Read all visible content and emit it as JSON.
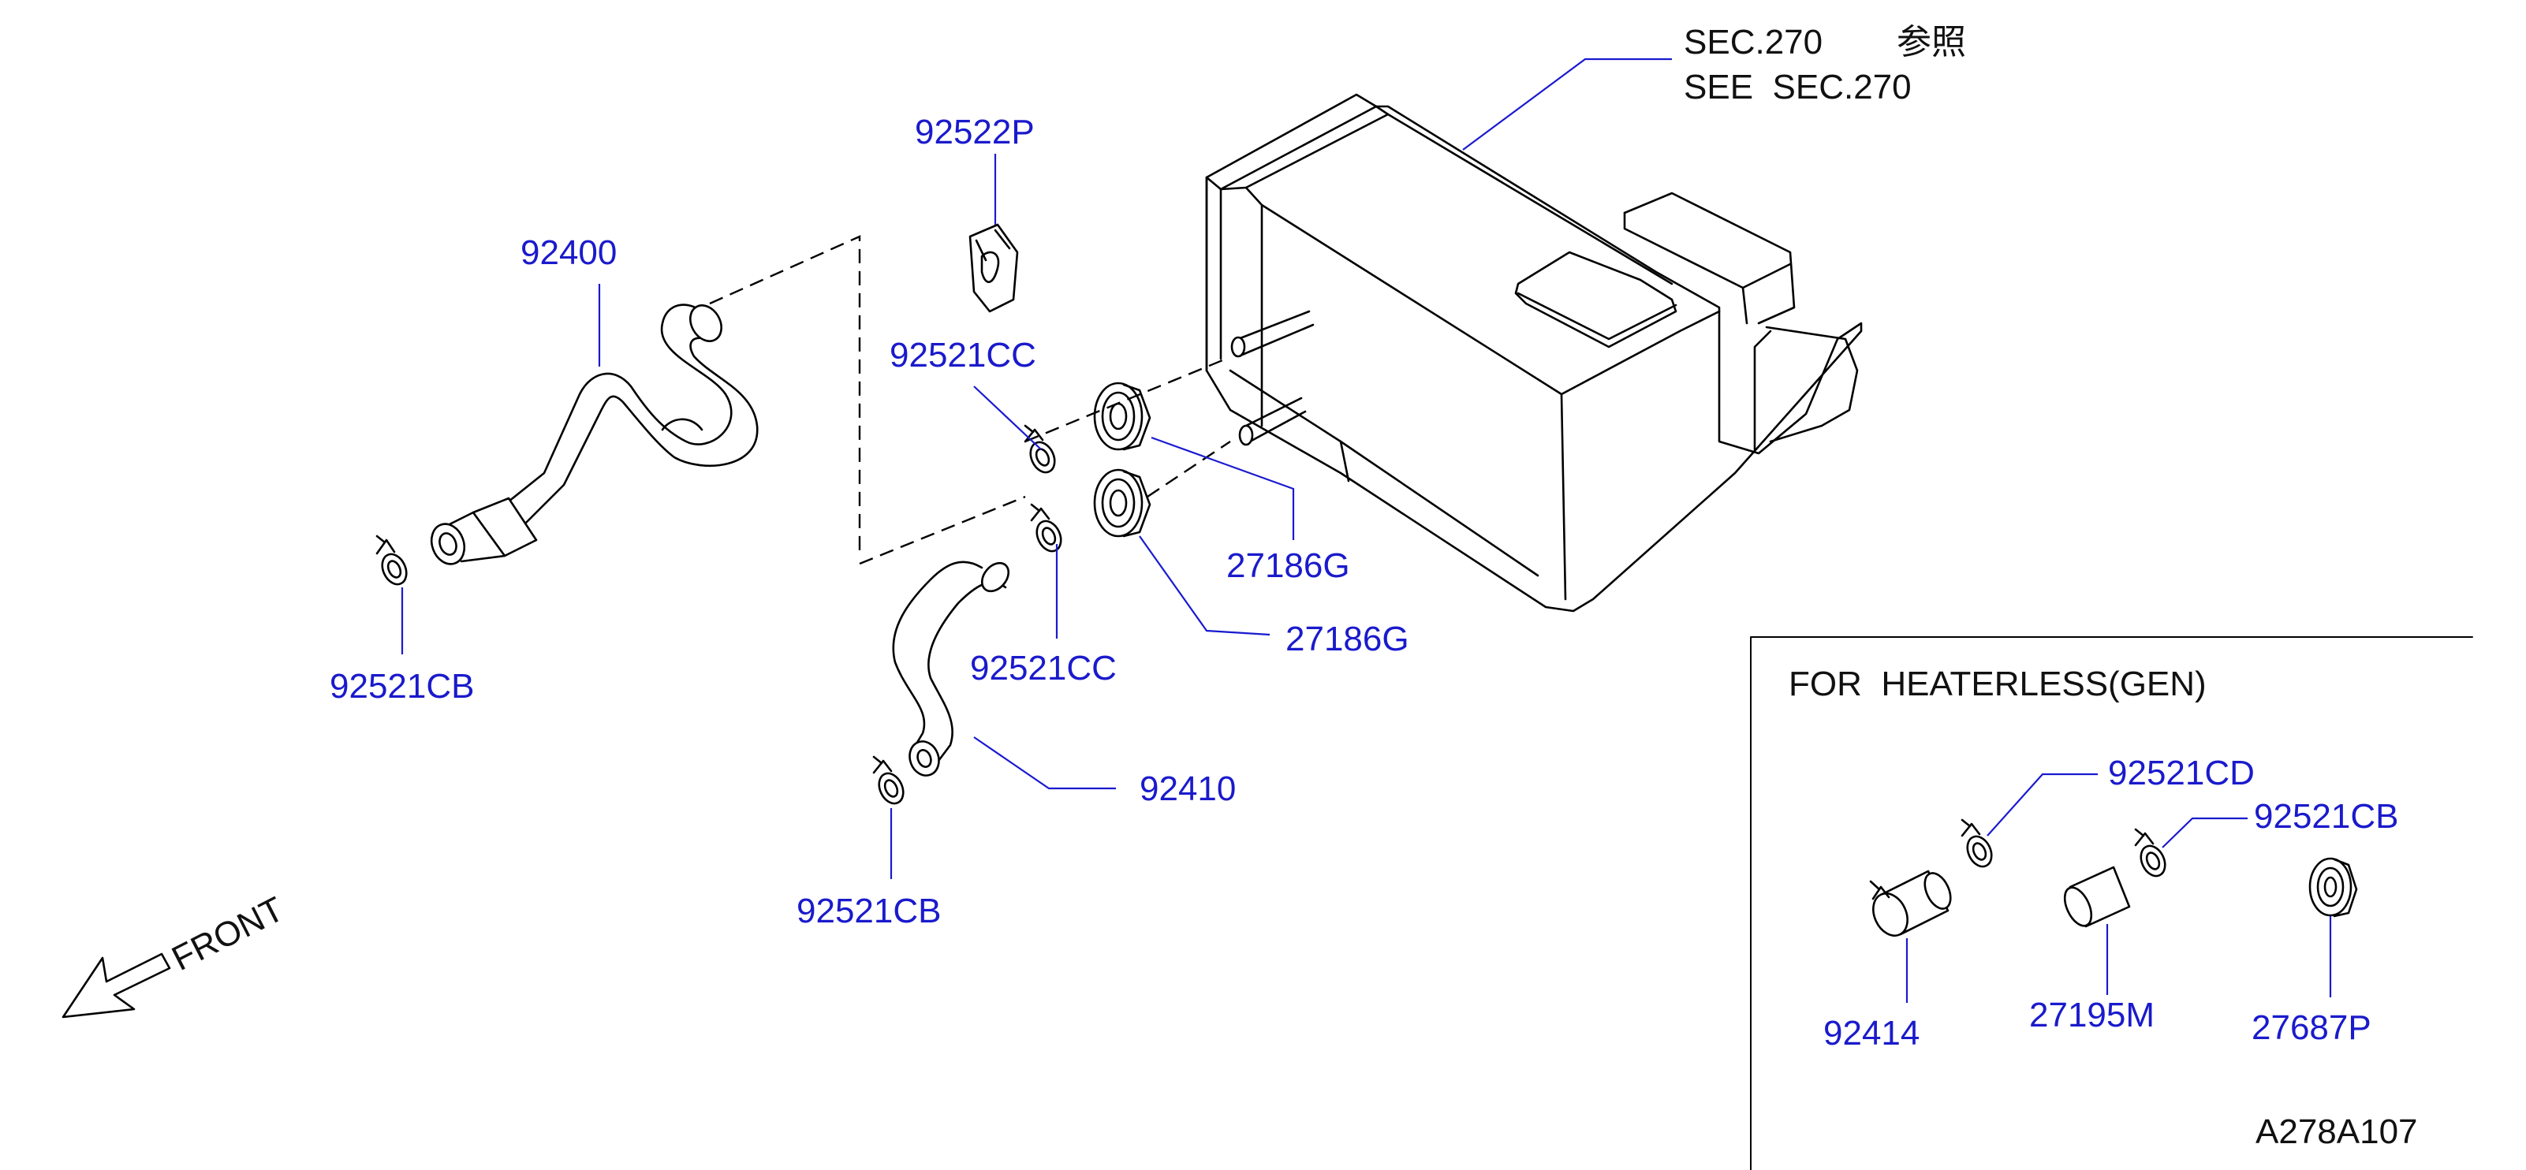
{
  "reference": {
    "sec_line1": "SEC.270",
    "sec_line1_jp": "参照",
    "sec_line2": "SEE  SEC.270"
  },
  "callouts": {
    "c92522P": "92522P",
    "c92400": "92400",
    "c92521CC_a": "92521CC",
    "c92521CC_b": "92521CC",
    "c27186G_a": "27186G",
    "c27186G_b": "27186G",
    "c92521CB_a": "92521CB",
    "c92521CB_b": "92521CB",
    "c92410": "92410"
  },
  "inset": {
    "title": "FOR  HEATERLESS(GEN)",
    "c92521CD": "92521CD",
    "c92521CB": "92521CB",
    "c92414": "92414",
    "c27195M": "27195M",
    "c27687P": "27687P"
  },
  "front_label": "FRONT",
  "figure_id": "A278A107",
  "colors": {
    "callout": "#1a1acc",
    "lines": "#000000"
  }
}
